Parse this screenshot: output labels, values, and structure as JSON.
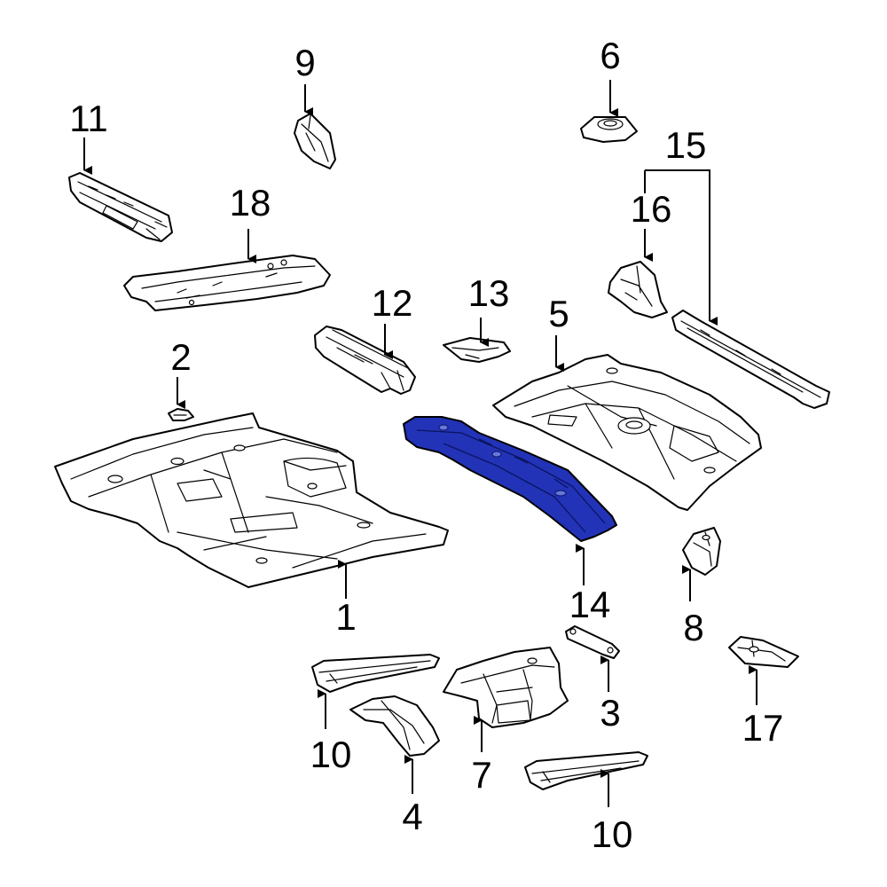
{
  "diagram": {
    "highlight_color": "#2233b8",
    "line_color": "#000000",
    "background": "#ffffff",
    "callouts": {
      "c1": "1",
      "c2": "2",
      "c3": "3",
      "c4": "4",
      "c5": "5",
      "c6": "6",
      "c7": "7",
      "c8": "8",
      "c9": "9",
      "c10a": "10",
      "c10b": "10",
      "c11": "11",
      "c12": "12",
      "c13": "13",
      "c14": "14",
      "c15": "15",
      "c16": "16",
      "c17": "17",
      "c18": "18"
    }
  }
}
